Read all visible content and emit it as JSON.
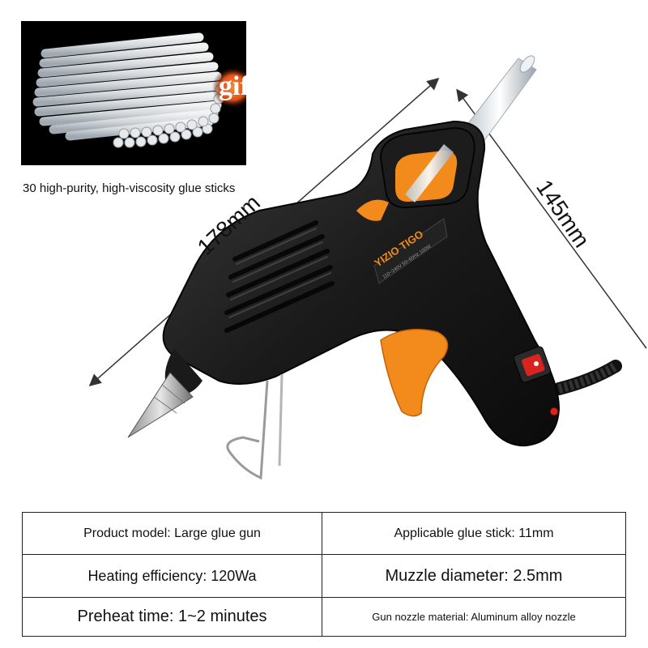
{
  "gift": {
    "badge": "gift",
    "caption": "30 high-purity, high-viscosity glue sticks"
  },
  "product": {
    "brand_text": "YIZIO TIGO",
    "spec_label": "110~240V 50~60Hz 100W"
  },
  "dimensions": {
    "length": "178mm",
    "height": "145mm"
  },
  "specs": {
    "product_model": "Product model: Large glue gun",
    "applicable_glue_stick": "Applicable glue stick: 11mm",
    "heating_efficiency": "Heating efficiency: 120Wa",
    "muzzle_diameter": "Muzzle diameter: 2.5mm",
    "preheat_time": "Preheat time: 1~2 minutes",
    "nozzle_material": "Gun nozzle material: Aluminum alloy nozzle"
  },
  "colors": {
    "body": "#1a1a1a",
    "accent_orange": "#f28a1c",
    "switch_red": "#d8231f"
  },
  "icons": [
    "glue-gun-image",
    "glue-sticks-image",
    "power-switch-icon",
    "indicator-light-icon"
  ]
}
